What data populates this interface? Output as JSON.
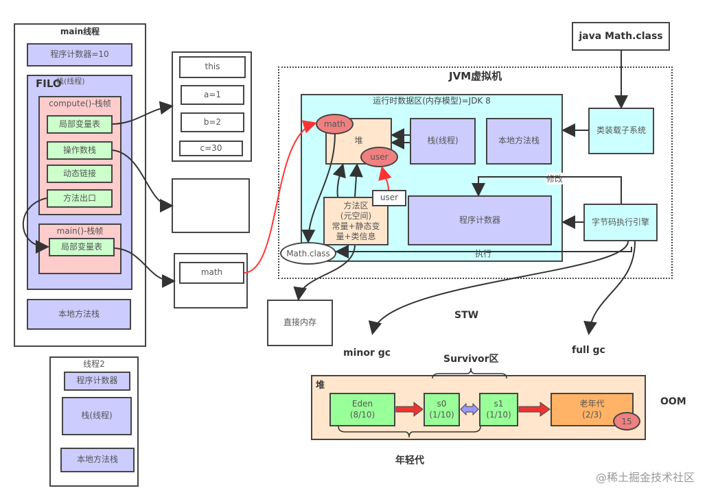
{
  "main_thread": {
    "title": "main线程",
    "pc": "程序计数器=10",
    "filo": "FILO",
    "stack": "栈(线程)",
    "compute_frame": {
      "title": "compute()-栈帧",
      "items": [
        "局部变量表",
        "操作数栈",
        "动态链接",
        "方法出口"
      ]
    },
    "main_frame": {
      "title": "main()-栈帧",
      "items": [
        "局部变量表"
      ]
    },
    "native_stack": "本地方法栈"
  },
  "local_vars": [
    "this",
    "a=1",
    "b=2",
    "c=30"
  ],
  "main_locals": [
    "math"
  ],
  "thread2": {
    "title": "线程2",
    "pc": "程序计数器",
    "stack": "栈(线程)",
    "native_stack": "本地方法栈"
  },
  "jvm": {
    "title": "JVM虚拟机",
    "runtime_area": "运行时数据区(内存模型)=JDK 8",
    "heap": "堆",
    "heap_objects": [
      "math",
      "user"
    ],
    "stack": "栈(线程)",
    "native_stack": "本地方法栈",
    "method_area": [
      "方法区",
      "(元空间)",
      "常量+静态变",
      "量+类信息"
    ],
    "user_ref": "user",
    "pc": "程序计数器",
    "math_class": "Math.class",
    "modify": "修改",
    "execute": "执行"
  },
  "class_file": "java Math.class",
  "class_loader": "类装载子系统",
  "exec_engine": "字节码执行引擎",
  "direct_memory": "直接内存",
  "gc": {
    "stw": "STW",
    "minor": "minor gc",
    "full": "full gc",
    "survivor": "Survivor区",
    "oom": "OOM",
    "young": "年轻代",
    "heap_label": "堆",
    "eden": [
      "Eden",
      "(8/10)"
    ],
    "s0": [
      "s0",
      "(1/10)"
    ],
    "s1": [
      "s1",
      "(1/10)"
    ],
    "old": [
      "老年代",
      "(2/3)"
    ],
    "age": "15"
  },
  "watermark": "@稀土掘金技术社区"
}
